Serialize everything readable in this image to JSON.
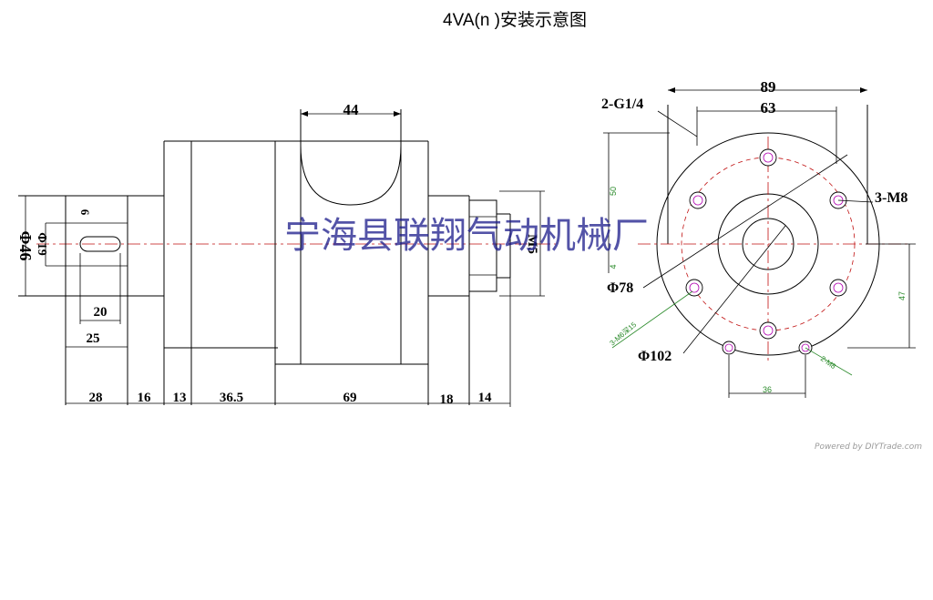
{
  "title": "4VA(n  )安装示意图",
  "watermark_company": "宁海县联翔气动机械厂",
  "watermark_source": "Powered by DIYTrade.com",
  "side_view": {
    "dim_top": "44",
    "dim_phi46": "Φ46",
    "dim_phi19": "Φ19",
    "dim_6": "6",
    "dim_20": "20",
    "dim_25": "25",
    "dim_m5": "M5",
    "bottom_dims": [
      "28",
      "16",
      "13",
      "36.5",
      "69",
      "18",
      "14"
    ]
  },
  "end_view": {
    "dim_89": "89",
    "dim_63": "63",
    "port_label": "2-G1/4",
    "bolt_label": "3-M8",
    "dim_phi78": "Φ78",
    "dim_phi102": "Φ102",
    "dim_50": "50",
    "dim_4": "4",
    "dim_47": "47",
    "dim_36": "36",
    "green_label_left": "3-M6深15",
    "green_label_right": "2-M8"
  }
}
